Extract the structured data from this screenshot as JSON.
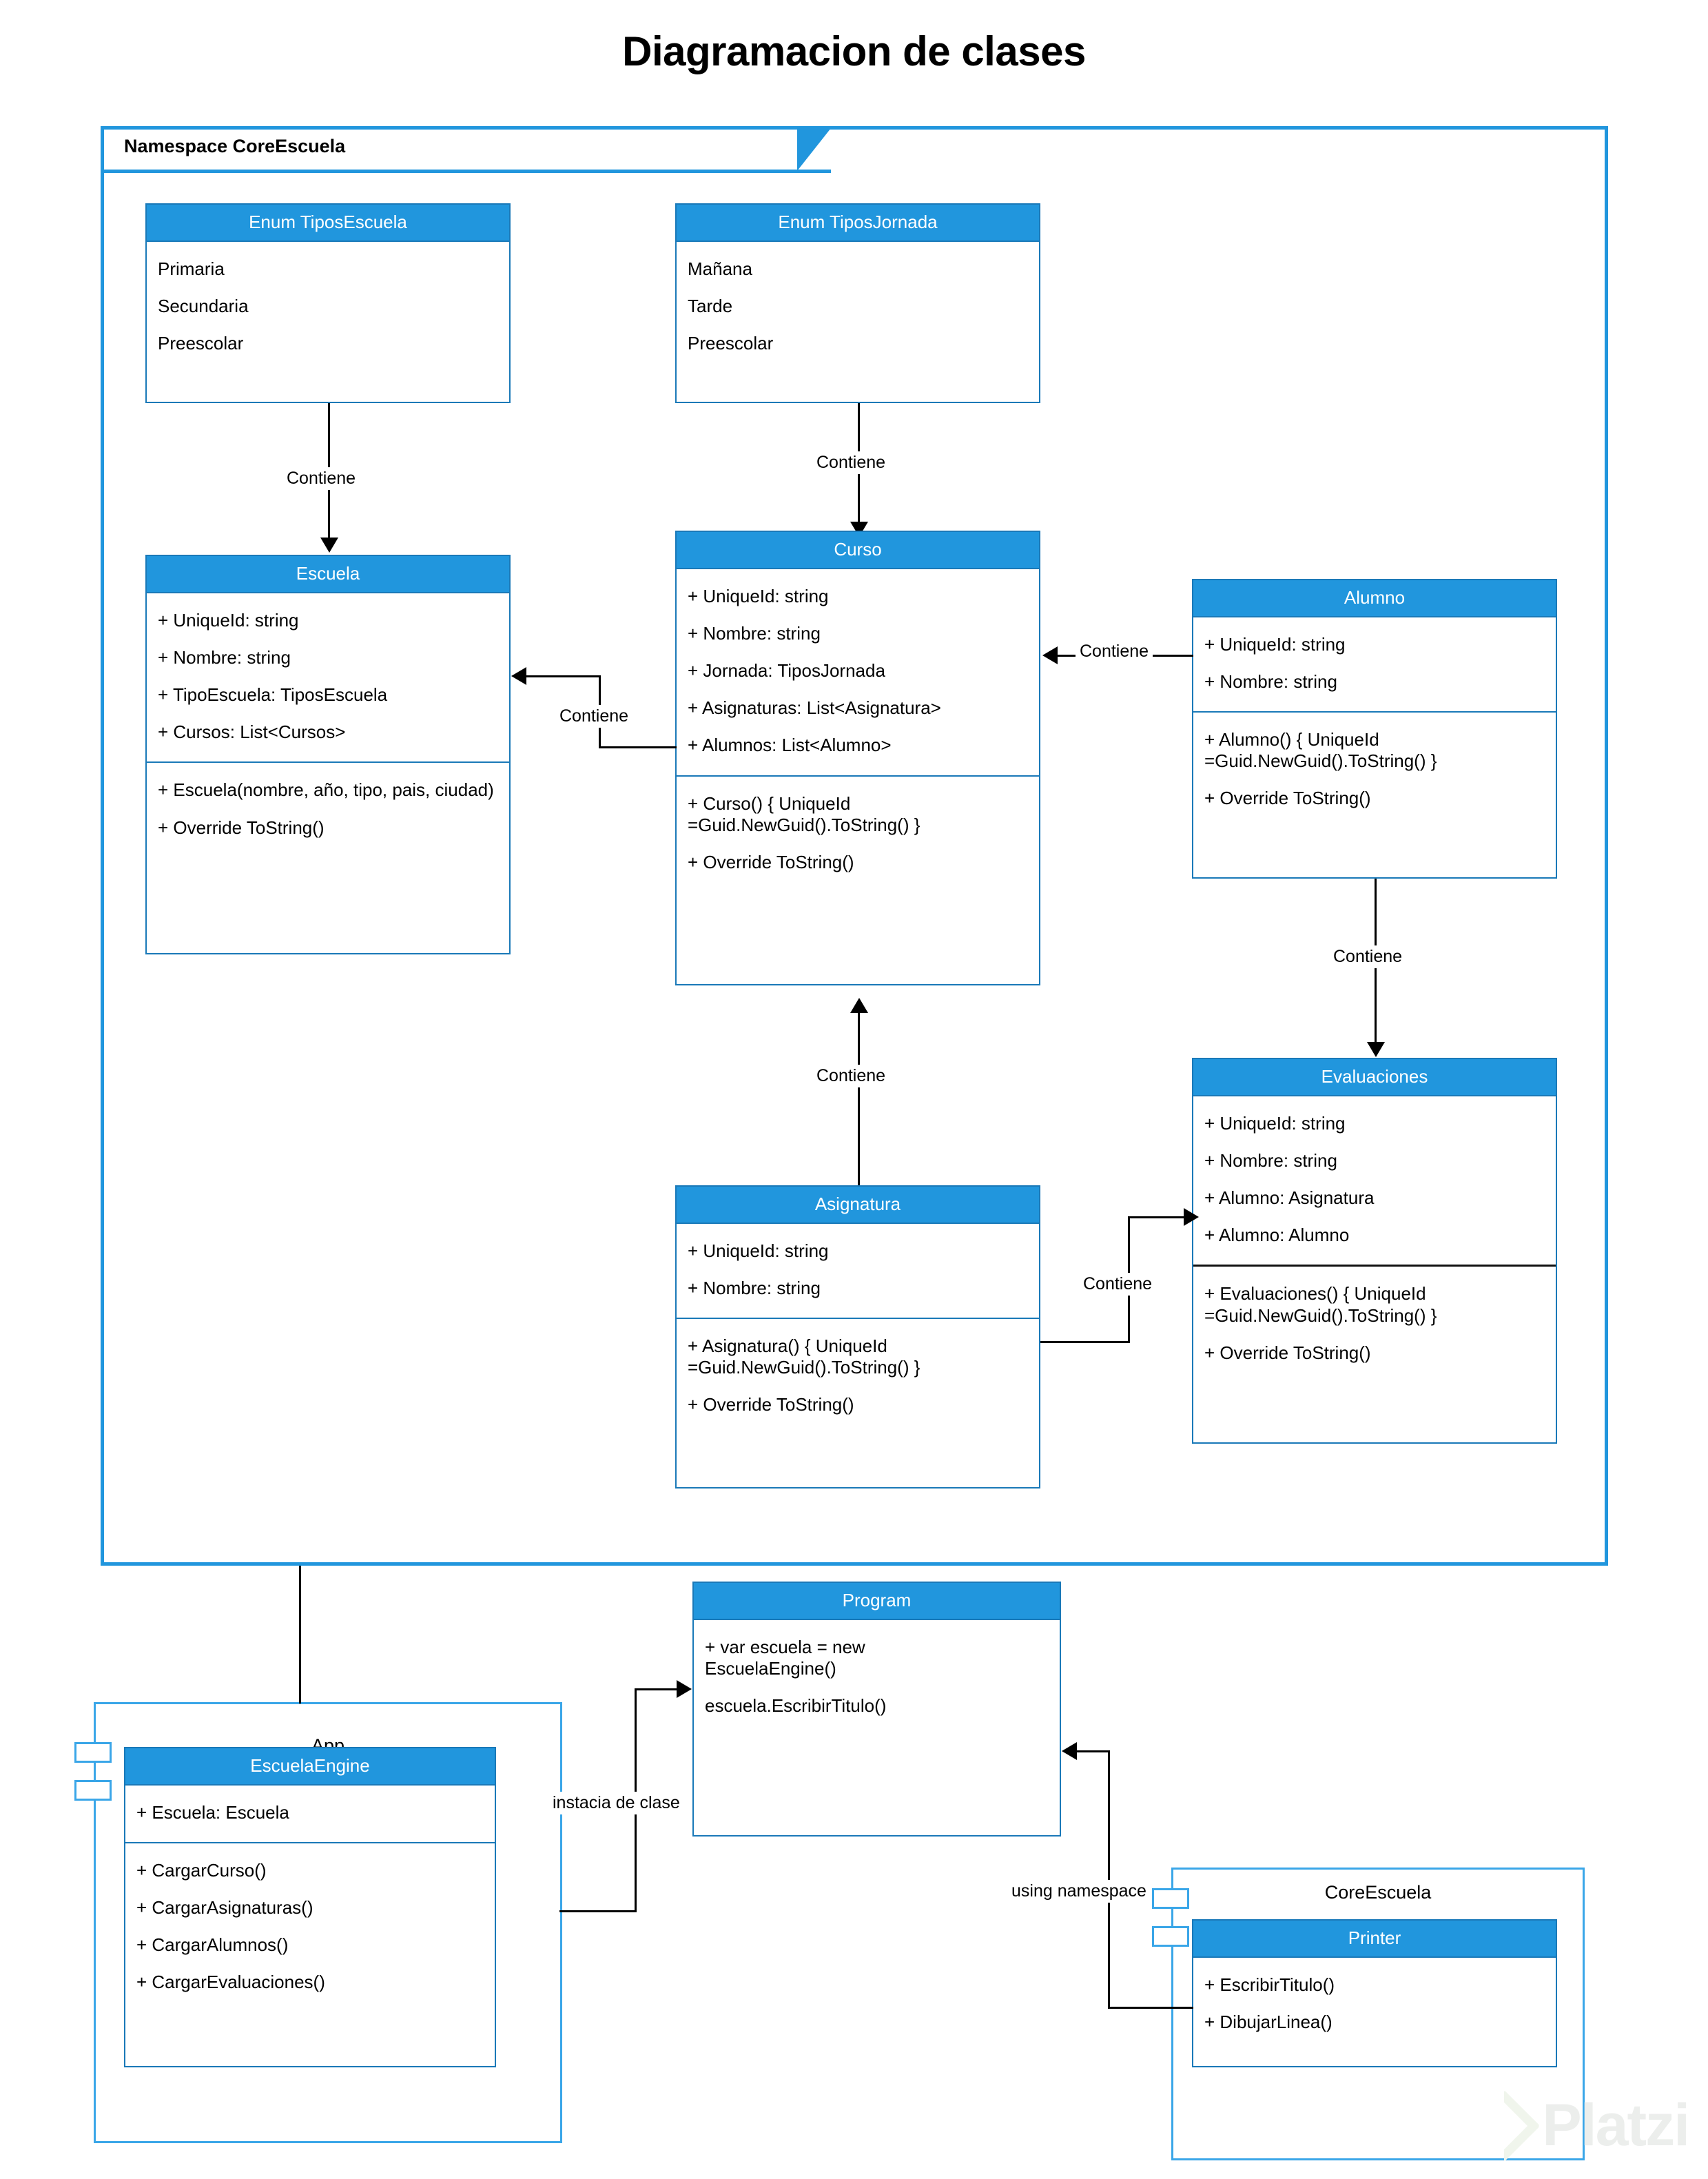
{
  "title": "Diagramacion de clases",
  "watermark": "Platzi",
  "colors": {
    "header_blue": "#2196dd",
    "border_blue": "#1a79b8",
    "package_blue": "#3aa6e8",
    "line_black": "#000000",
    "background": "#ffffff"
  },
  "namespace": {
    "label": "Namespace CoreEscuela"
  },
  "packages": {
    "app": {
      "title": "App"
    },
    "core": {
      "title": "CoreEscuela"
    }
  },
  "classes": {
    "tipos_escuela": {
      "name": "Enum TiposEscuela",
      "members": [
        "Primaria",
        "Secundaria",
        "Preescolar"
      ]
    },
    "tipos_jornada": {
      "name": "Enum TiposJornada",
      "members": [
        "Mañana",
        "Tarde",
        "Preescolar"
      ]
    },
    "escuela": {
      "name": "Escuela",
      "attributes": [
        "+ UniqueId: string",
        "+ Nombre: string",
        "+ TipoEscuela: TiposEscuela",
        "+ Cursos: List<Cursos>"
      ],
      "methods": [
        "+ Escuela(nombre, año, tipo, pais, ciudad)",
        "+ Override ToString()"
      ]
    },
    "curso": {
      "name": "Curso",
      "attributes": [
        "+ UniqueId: string",
        "+ Nombre: string",
        "+ Jornada: TiposJornada",
        "+ Asignaturas: List<Asignatura>",
        "+ Alumnos: List<Alumno>"
      ],
      "methods": [
        "+ Curso() { UniqueId\n=Guid.NewGuid().ToString() }",
        "+ Override ToString()"
      ]
    },
    "alumno": {
      "name": "Alumno",
      "attributes": [
        "+ UniqueId: string",
        "+ Nombre: string"
      ],
      "methods": [
        "+ Alumno() { UniqueId\n=Guid.NewGuid().ToString() }",
        "+ Override ToString()"
      ]
    },
    "evaluaciones": {
      "name": "Evaluaciones",
      "attributes": [
        "+ UniqueId: string",
        "+ Nombre: string",
        "+ Alumno: Asignatura",
        "+ Alumno: Alumno"
      ],
      "methods": [
        "+ Evaluaciones() { UniqueId\n=Guid.NewGuid().ToString() }",
        "+ Override ToString()"
      ]
    },
    "asignatura": {
      "name": "Asignatura",
      "attributes": [
        "+ UniqueId: string",
        "+ Nombre: string"
      ],
      "methods": [
        "+ Asignatura() { UniqueId\n=Guid.NewGuid().ToString() }",
        "+ Override ToString()"
      ]
    },
    "escuela_engine": {
      "name": "EscuelaEngine",
      "attributes": [
        "+ Escuela: Escuela"
      ],
      "methods": [
        "+ CargarCurso()",
        "+ CargarAsignaturas()",
        "+ CargarAlumnos()",
        "+ CargarEvaluaciones()"
      ]
    },
    "program": {
      "name": "Program",
      "attributes": [
        "+ var escuela = new\nEscuelaEngine()",
        "escuela.EscribirTitulo()"
      ]
    },
    "printer": {
      "name": "Printer",
      "methods": [
        "+ EscribirTitulo()",
        "+ DibujarLinea()"
      ]
    }
  },
  "edges": {
    "tiposescuela_escuela": "Contiene",
    "tiposjornada_curso": "Contiene",
    "curso_escuela": "Contiene",
    "alumno_curso": "Contiene",
    "alumno_evaluaciones": "Contiene",
    "asignatura_curso": "Contiene",
    "asignatura_evaluaciones": "Contiene",
    "app_program": "instacia de clase",
    "core_program": "using namespace"
  }
}
